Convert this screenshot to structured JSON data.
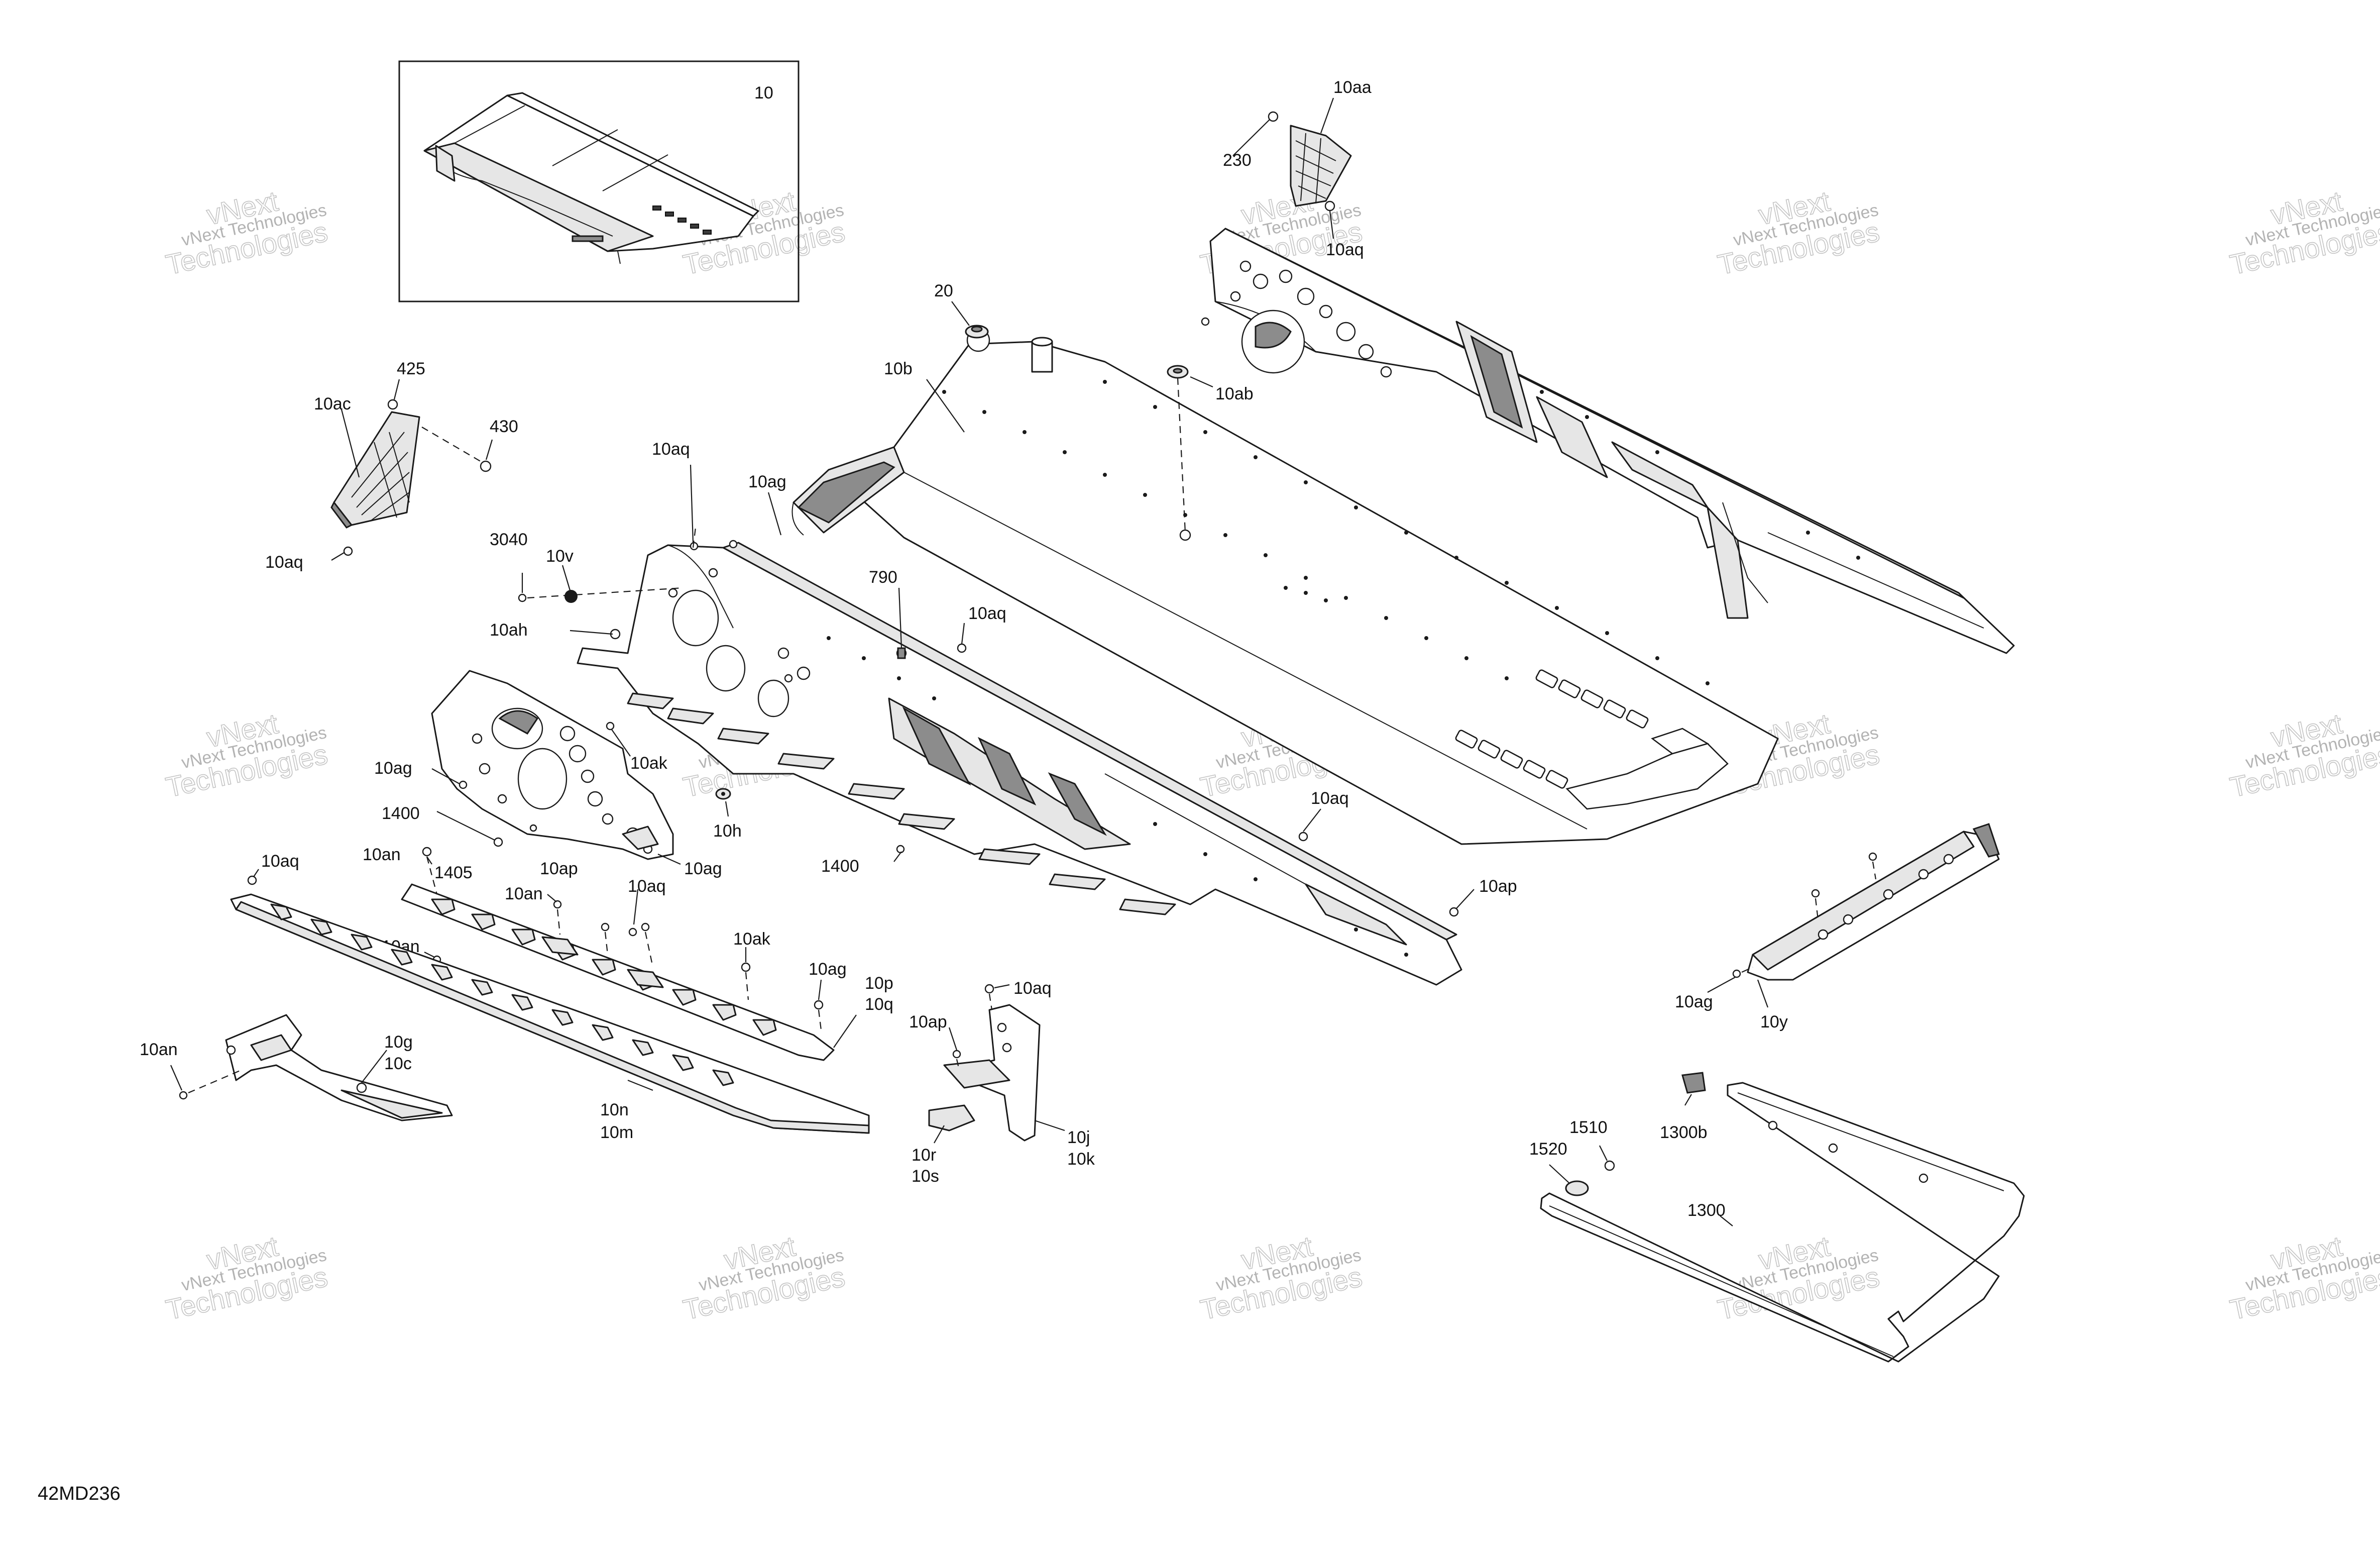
{
  "diagram": {
    "reference_code": "42MD236",
    "watermark": {
      "line1": "vNext Technologies",
      "line2": "vNext",
      "line3": "Technologies"
    },
    "callouts": {
      "c_10": "10",
      "c_10aa": "10aa",
      "c_230": "230",
      "c_10aq_top": "10aq",
      "c_20": "20",
      "c_10b": "10b",
      "c_10ab": "10ab",
      "c_425": "425",
      "c_10ac": "10ac",
      "c_430": "430",
      "c_10aq_left": "10aq",
      "c_10aq_frame": "10aq",
      "c_10ag_frame": "10ag",
      "c_3040": "3040",
      "c_10v": "10v",
      "c_790": "790",
      "c_10aq_mid": "10aq",
      "c_10ah": "10ah",
      "c_10ak_plate": "10ak",
      "c_10ag_left": "10ag",
      "c_1400_left": "1400",
      "c_10h": "10h",
      "c_10aq_right": "10aq",
      "c_10an_a": "10an",
      "c_1405": "1405",
      "c_10ap_a": "10ap",
      "c_10ag_plate": "10ag",
      "c_1400_mid": "1400",
      "c_10ap_right": "10ap",
      "c_10aq_rail": "10aq",
      "c_10an_b": "10an",
      "c_10aq_c": "10aq",
      "c_10ak_rail": "10ak",
      "c_10an_c": "10an",
      "c_10ag_c": "10ag",
      "c_10p": "10p",
      "c_10q": "10q",
      "c_10an_d": "10an",
      "c_10g": "10g",
      "c_10c": "10c",
      "c_10n": "10n",
      "c_10m": "10m",
      "c_10aq_bracket": "10aq",
      "c_10ap_bracket": "10ap",
      "c_10r": "10r",
      "c_10s": "10s",
      "c_10j": "10j",
      "c_10k": "10k",
      "c_10ag_y": "10ag",
      "c_10y": "10y",
      "c_1300b": "1300b",
      "c_1510": "1510",
      "c_1520": "1520",
      "c_1300": "1300"
    }
  }
}
